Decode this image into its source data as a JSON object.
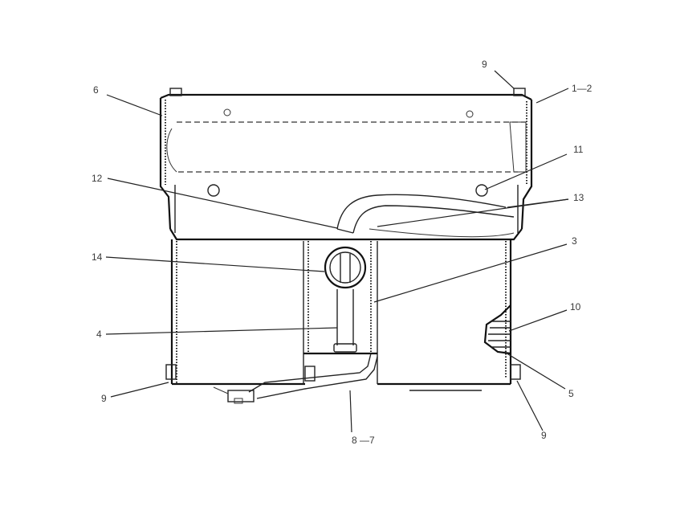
{
  "callouts": [
    {
      "id": "c6",
      "text": "6"
    },
    {
      "id": "c9top",
      "text": "9"
    },
    {
      "id": "c12",
      "text": "1—2"
    },
    {
      "id": "c11",
      "text": "11"
    },
    {
      "id": "c12b",
      "text": "12"
    },
    {
      "id": "c13",
      "text": "13"
    },
    {
      "id": "c3",
      "text": "3"
    },
    {
      "id": "c14",
      "text": "14"
    },
    {
      "id": "c4",
      "text": "4"
    },
    {
      "id": "c10",
      "text": "10"
    },
    {
      "id": "c5",
      "text": "5"
    },
    {
      "id": "c9left",
      "text": "9"
    },
    {
      "id": "c87",
      "text": "8 —7"
    },
    {
      "id": "c9right",
      "text": "9"
    }
  ]
}
